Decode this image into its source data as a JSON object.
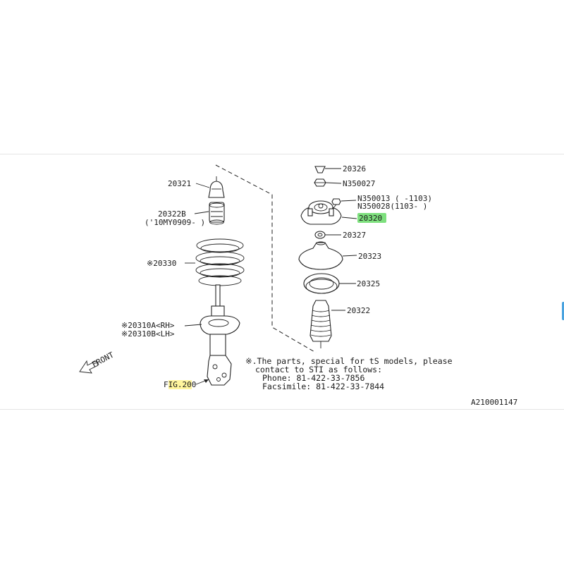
{
  "labels": {
    "bump_stop": "20321",
    "helper_spring": "20322B",
    "helper_spring_note": "('10MY0909- )",
    "coil_spring": "※20330",
    "strut_rh": "※20310A<RH>",
    "strut_lh": "※20310B<LH>",
    "front": "FRONT",
    "fig_ref_prefix": "F",
    "fig_ref_highlight": "IG.20",
    "fig_ref_suffix": "0",
    "cap": "20326",
    "nut": "N350027",
    "bolt_a": "N350013 ( -1103)",
    "bolt_b": "N350028(1103- )",
    "mount": "20320",
    "washer": "20327",
    "upper_seat": "20323",
    "rubber_seat": "20325",
    "dust_boot": "20322"
  },
  "note_lines": [
    "※.The parts, special for tS models, please",
    "contact to STI as follows:",
    "Phone: 81-422-33-7856",
    "Facsimile: 81-422-33-7844"
  ],
  "diagram_code": "A210001147",
  "colors": {
    "highlight_yellow": "#fff59d",
    "highlight_green": "#7ee07e",
    "line": "#222222"
  }
}
